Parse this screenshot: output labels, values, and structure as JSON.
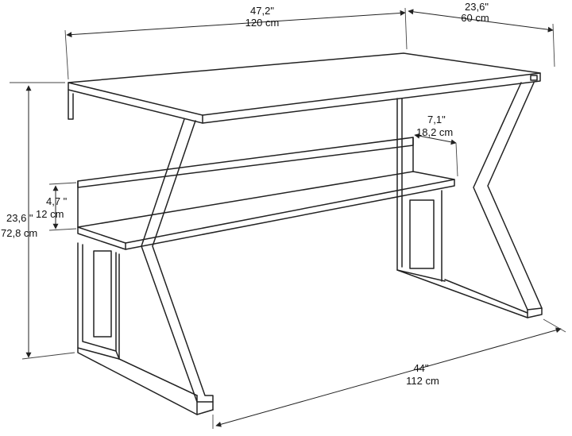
{
  "dimensions": {
    "width": {
      "inch": "47,2\"",
      "cm": "120 cm"
    },
    "depth": {
      "inch": "23,6\"",
      "cm": "60 cm"
    },
    "height": {
      "inch": "23,6 \"",
      "cm": "72,8 cm"
    },
    "shelf_height": {
      "inch": "4,7 \"",
      "cm": "12 cm"
    },
    "shelf_depth": {
      "inch": "7,1\"",
      "cm": "18,2 cm"
    },
    "leg_span": {
      "inch": "44\"",
      "cm": "112 cm"
    }
  },
  "colors": {
    "line": "#222222",
    "background": "#ffffff"
  }
}
